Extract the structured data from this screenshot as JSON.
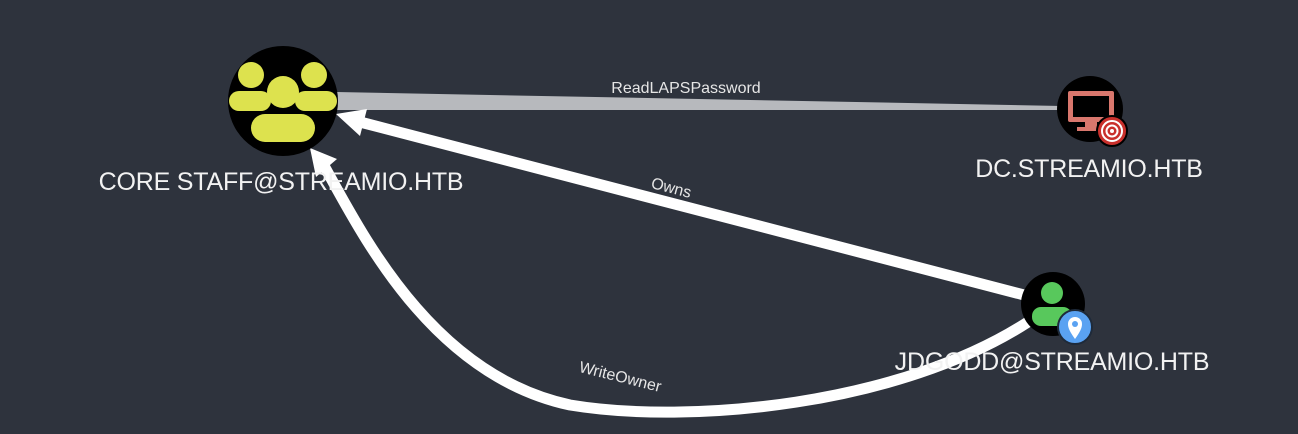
{
  "colors": {
    "background": "#2e333d",
    "node_fill": "#000000",
    "group_icon": "#dde24e",
    "computer_icon": "#d9776d",
    "user_icon": "#58c85c",
    "target_badge": "#c9302c",
    "owned_badge": "#5aa2f2",
    "edge_strong": "#ffffff",
    "edge_laps": "#b7b9bd",
    "edge_label": "#e6e6e6"
  },
  "nodes": {
    "group": {
      "label": "CORE STAFF@STREAMIO.HTB",
      "icon": "group-icon"
    },
    "computer": {
      "label": "DC.STREAMIO.HTB",
      "icon": "monitor-icon",
      "badge": "target-icon"
    },
    "user": {
      "label": "JDGODD@STREAMIO.HTB",
      "icon": "user-icon",
      "badge": "map-pin-icon"
    }
  },
  "edges": [
    {
      "id": "readlaps",
      "label": "ReadLAPSPassword",
      "from": "DC.STREAMIO.HTB",
      "to": "CORE STAFF@STREAMIO.HTB"
    },
    {
      "id": "owns",
      "label": "Owns",
      "from": "JDGODD@STREAMIO.HTB",
      "to": "CORE STAFF@STREAMIO.HTB"
    },
    {
      "id": "writeowner",
      "label": "WriteOwner",
      "from": "JDGODD@STREAMIO.HTB",
      "to": "CORE STAFF@STREAMIO.HTB"
    }
  ]
}
